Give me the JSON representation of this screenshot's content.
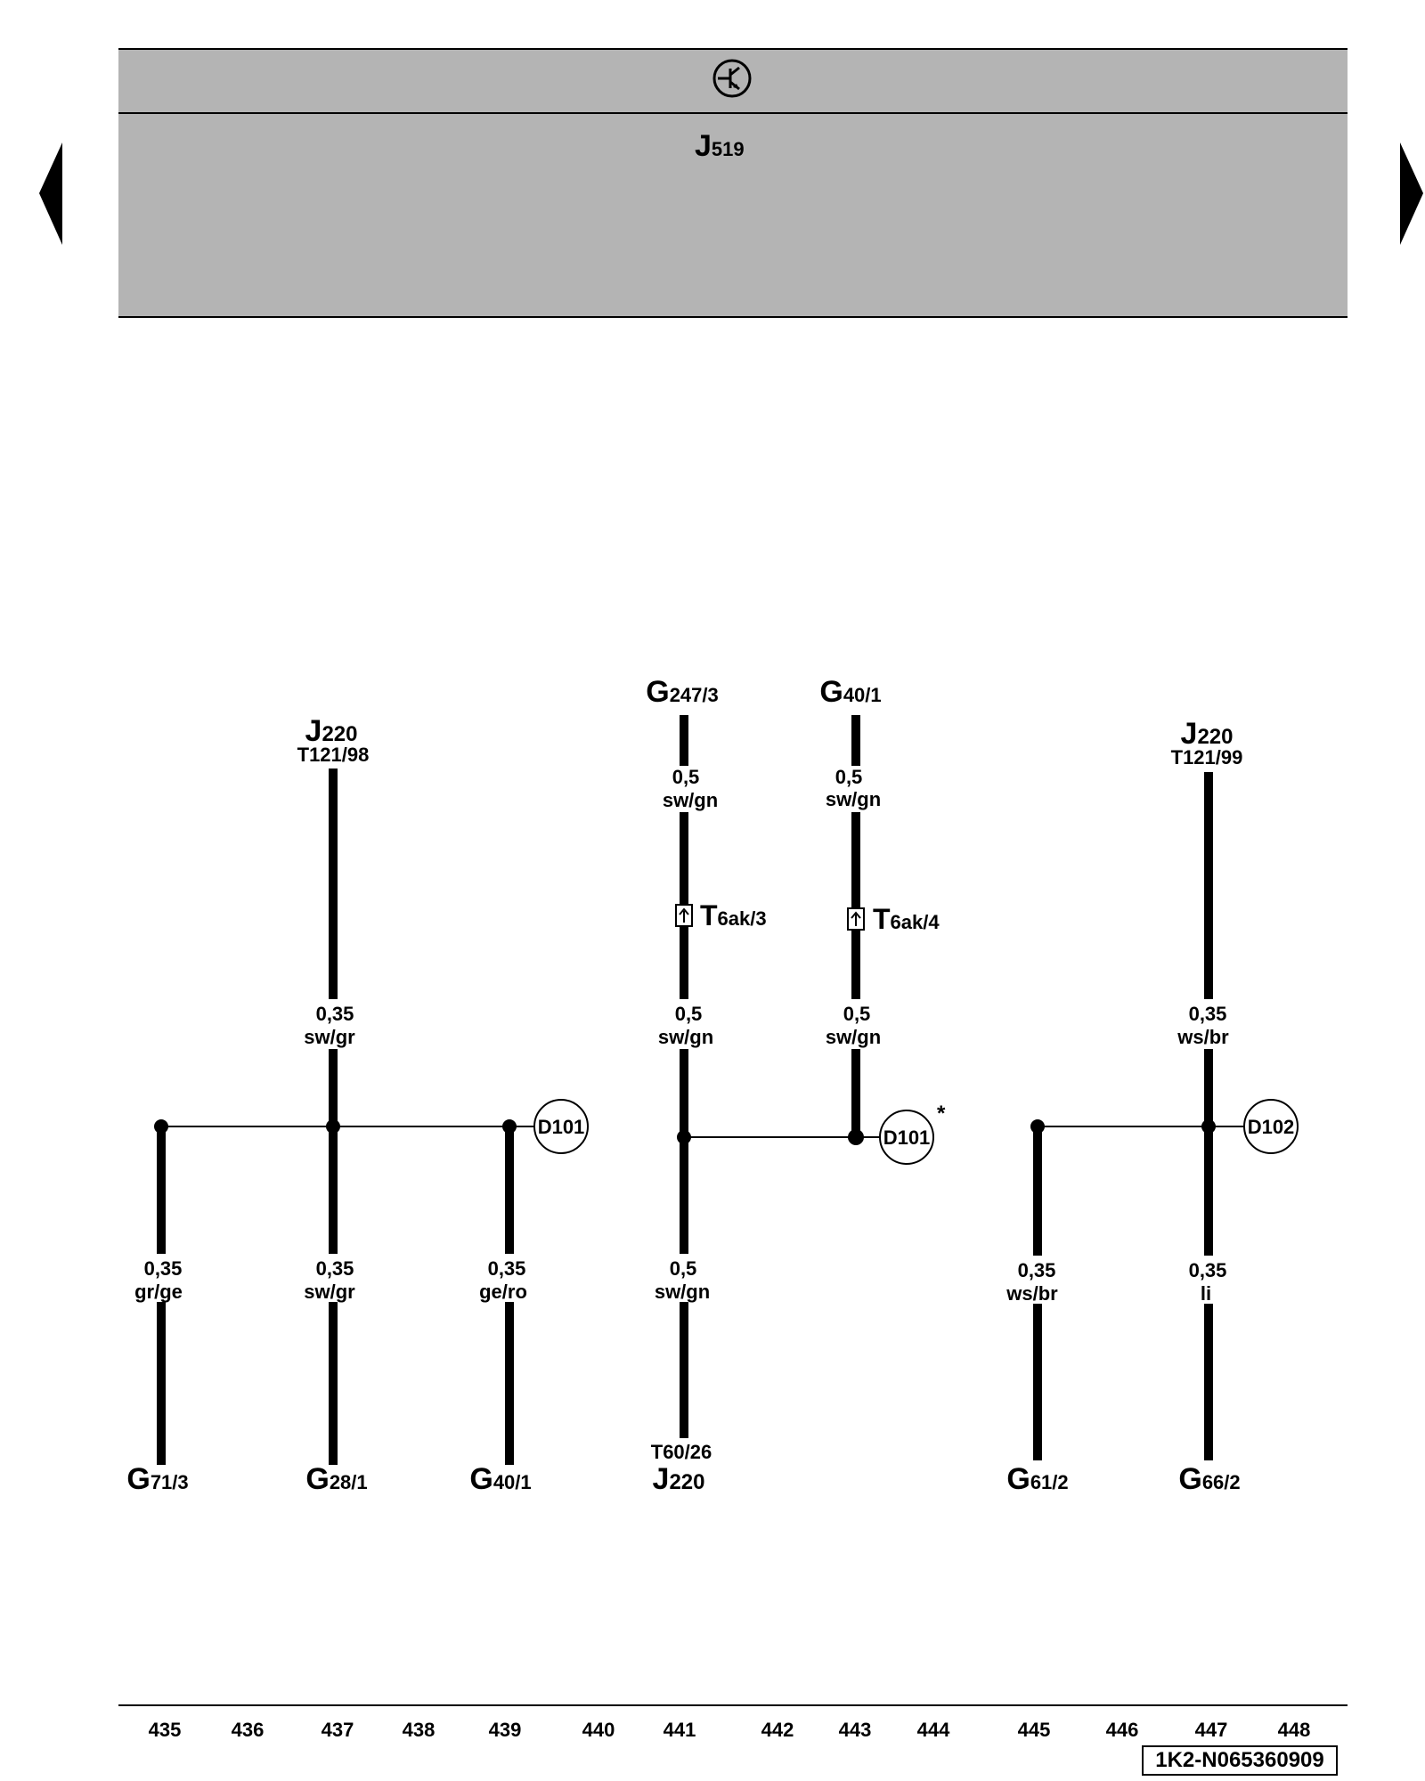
{
  "header": {
    "ecu_label": "J",
    "ecu_number": "519",
    "icon": "transistor-symbol-icon"
  },
  "navigation": {
    "prev_icon": "triangle-left-icon",
    "next_icon": "triangle-right-icon"
  },
  "wiring": {
    "components": [
      {
        "id": "j220-a",
        "letter": "J",
        "number": "220",
        "pin": "T121/98"
      },
      {
        "id": "g247",
        "letter": "G",
        "number": "247/3",
        "pin": ""
      },
      {
        "id": "g40-top",
        "letter": "G",
        "number": "40/1",
        "pin": ""
      },
      {
        "id": "j220-b",
        "letter": "J",
        "number": "220",
        "pin": "T121/99"
      },
      {
        "id": "g71",
        "letter": "G",
        "number": "71/3",
        "pin": ""
      },
      {
        "id": "g28",
        "letter": "G",
        "number": "28/1",
        "pin": ""
      },
      {
        "id": "g40-bottom",
        "letter": "G",
        "number": "40/1",
        "pin": ""
      },
      {
        "id": "j220-c",
        "letter": "J",
        "number": "220",
        "pin": "T60/26"
      },
      {
        "id": "g61",
        "letter": "G",
        "number": "61/2",
        "pin": ""
      },
      {
        "id": "g66",
        "letter": "G",
        "number": "66/2",
        "pin": ""
      }
    ],
    "wire_labels": [
      {
        "id": "w1",
        "size": "0,35",
        "color": "sw/gr"
      },
      {
        "id": "w2",
        "size": "0,5",
        "color": "sw/gn"
      },
      {
        "id": "w3",
        "size": "0,5",
        "color": "sw/gn"
      },
      {
        "id": "w4",
        "size": "0,5",
        "color": "sw/gn"
      },
      {
        "id": "w5",
        "size": "0,5",
        "color": "sw/gn"
      },
      {
        "id": "w6",
        "size": "0,35",
        "color": "ws/br"
      },
      {
        "id": "w7",
        "size": "0,35",
        "color": "gr/ge"
      },
      {
        "id": "w8",
        "size": "0,35",
        "color": "sw/gr"
      },
      {
        "id": "w9",
        "size": "0,35",
        "color": "ge/ro"
      },
      {
        "id": "w10",
        "size": "0,5",
        "color": "sw/gn"
      },
      {
        "id": "w11",
        "size": "0,35",
        "color": "ws/br"
      },
      {
        "id": "w12",
        "size": "0,35",
        "color": "li"
      }
    ],
    "connectors": [
      {
        "id": "t6ak-3",
        "letter": "T",
        "number": "6ak/3"
      },
      {
        "id": "t6ak-4",
        "letter": "T",
        "number": "6ak/4"
      }
    ],
    "splices": [
      "D101",
      "D101",
      "D102"
    ],
    "asterisk": "*"
  },
  "footer": {
    "track_numbers": [
      "435",
      "436",
      "437",
      "438",
      "439",
      "440",
      "441",
      "442",
      "443",
      "444",
      "445",
      "446",
      "447",
      "448"
    ],
    "document_id": "1K2-N065360909"
  }
}
